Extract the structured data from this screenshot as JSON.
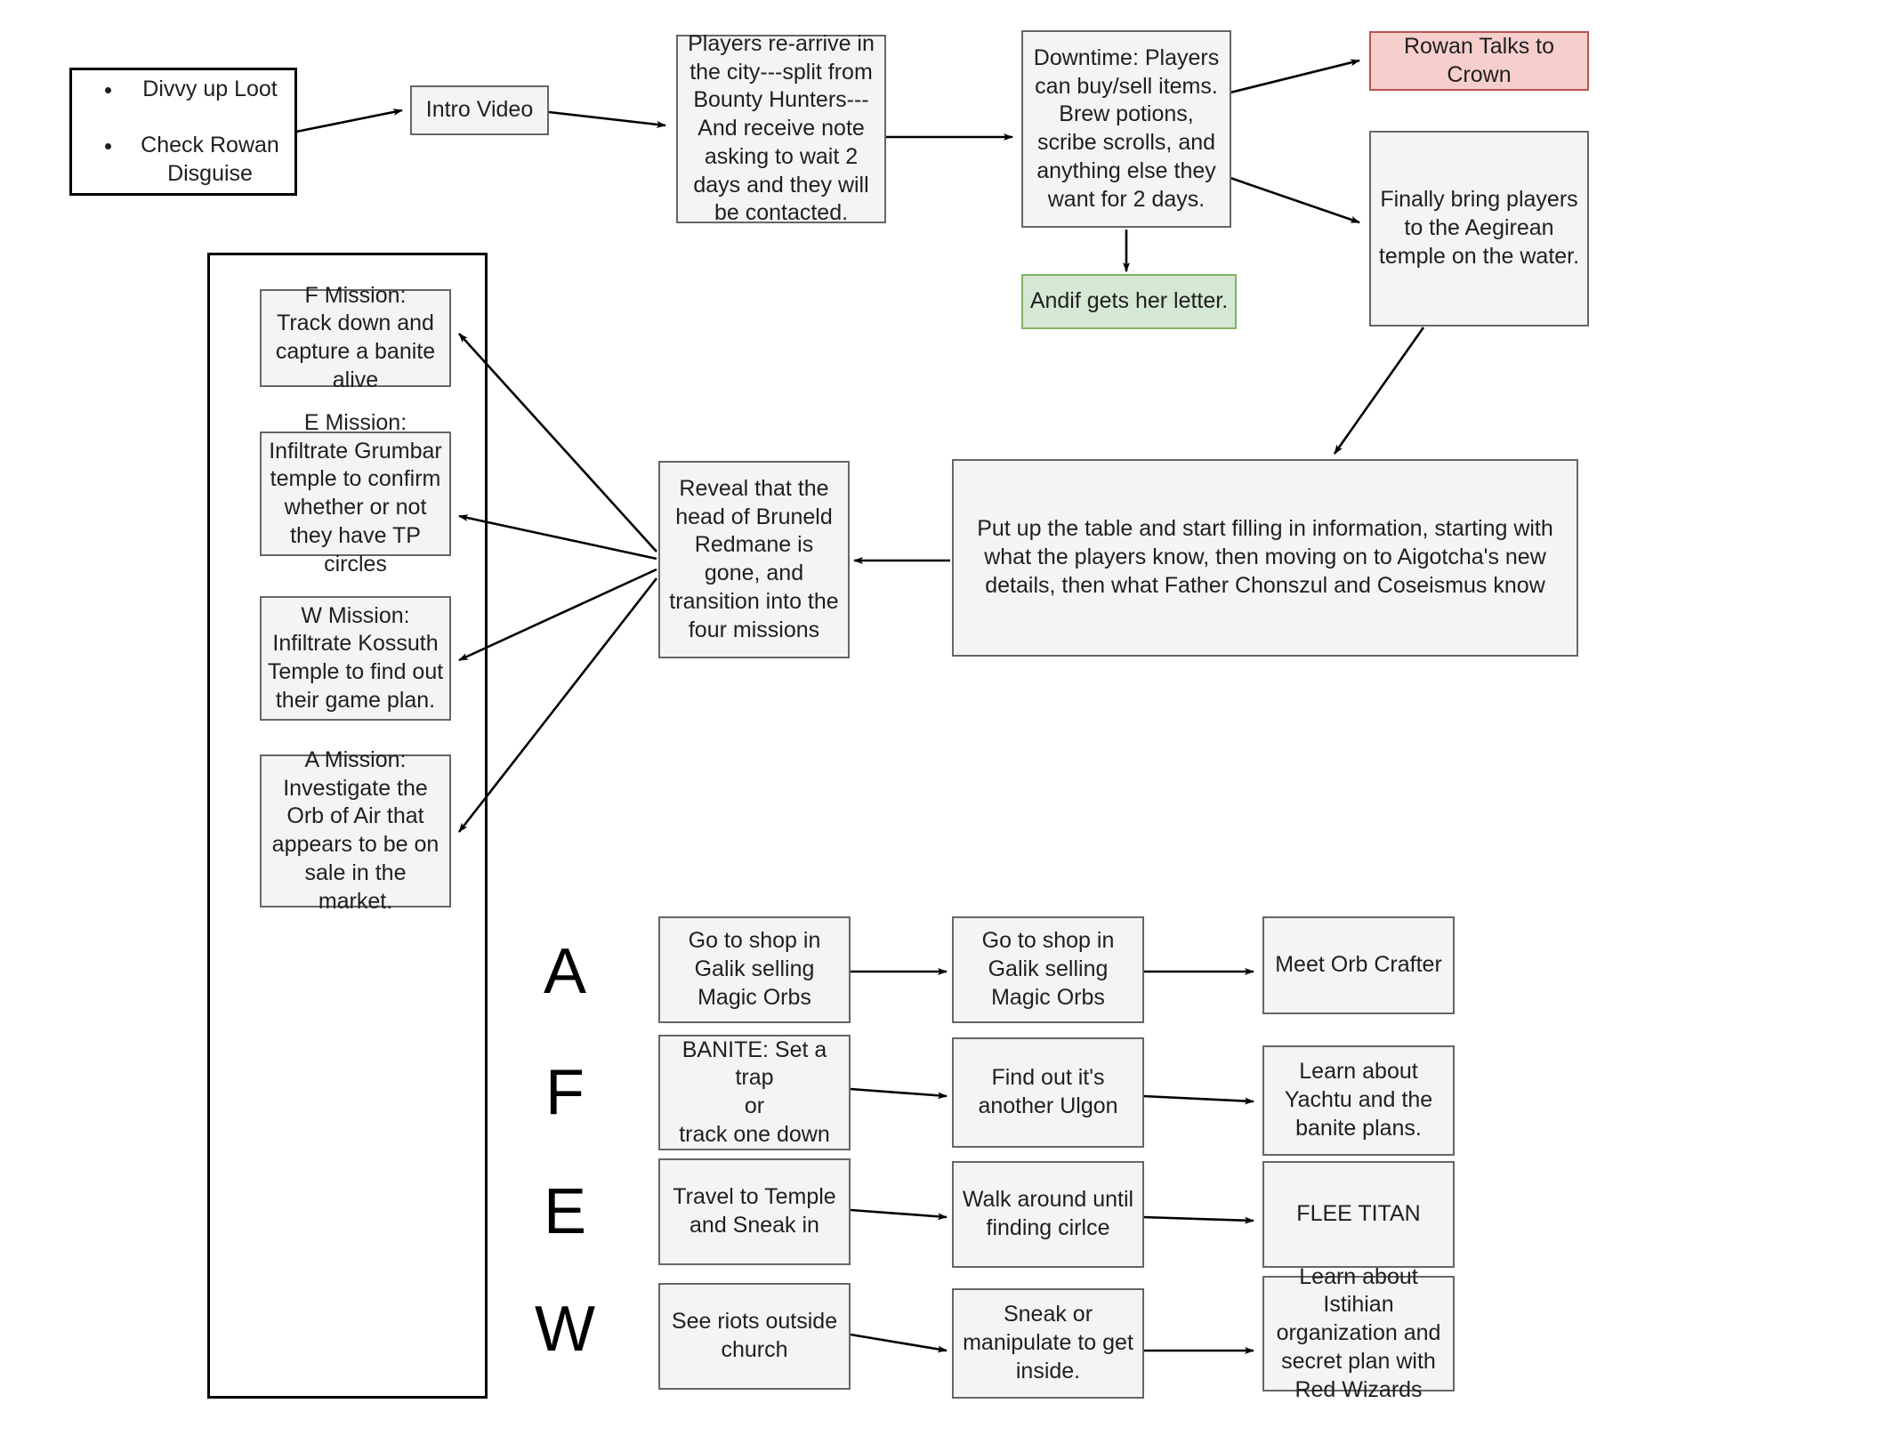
{
  "diagram": {
    "title": "Session flowchart",
    "colors": {
      "node_fill": "#f4f4f4",
      "node_stroke": "#666666",
      "edge": "#000000",
      "red_fill": "#f6cecc",
      "red_stroke": "#b85450",
      "green_fill": "#d5e8d4",
      "green_stroke": "#82b366",
      "plain_stroke": "#000000"
    },
    "start_box": {
      "items": [
        "Divvy up Loot",
        "Check Rowan Disguise"
      ]
    },
    "nodes": {
      "intro_video": "Intro Video",
      "re_arrive": "Players re-arrive in the city---split from Bounty Hunters---And receive note asking to wait 2 days and they will be contacted.",
      "downtime": "Downtime: Players can buy/sell items. Brew potions, scribe scrolls, and anything else they want for 2 days.",
      "rowan_talks": "Rowan Talks to Crown",
      "andif_letter": "Andif gets her letter.",
      "aegirean_temple": "Finally bring players to the Aegirean temple on the water.",
      "put_up_table": "Put up the table and start filling in information, starting with what the players know, then moving on to Aigotcha's new details, then what Father Chonszul and Coseismus know",
      "reveal": "Reveal that the head of Bruneld Redmane is gone, and transition into the four missions"
    },
    "missions": [
      {
        "id": "f",
        "text": "F Mission:\nTrack down and capture a banite alive"
      },
      {
        "id": "e",
        "text": "E Mission:\nInfiltrate Grumbar temple to confirm whether or not they have TP circles"
      },
      {
        "id": "w",
        "text": "W Mission:\nInfiltrate Kossuth Temple to find out their game plan."
      },
      {
        "id": "a",
        "text": "A Mission:\nInvestigate the Orb of Air that appears to be on sale in the market."
      }
    ],
    "tracks": [
      {
        "label": "A",
        "steps": [
          "Go to shop in Galik selling Magic Orbs",
          "Go to shop in Galik selling Magic Orbs",
          "Meet Orb Crafter"
        ]
      },
      {
        "label": "F",
        "steps": [
          "BANITE: Set a trap\nor\ntrack one down",
          "Find out it's another Ulgon",
          "Learn about Yachtu and the banite plans."
        ]
      },
      {
        "label": "E",
        "steps": [
          "Travel to Temple and Sneak in",
          "Walk around until finding cirlce",
          "FLEE TITAN"
        ]
      },
      {
        "label": "W",
        "steps": [
          "See riots outside church",
          "Sneak or manipulate to get inside.",
          "Learn about Istihian organization and secret plan with Red Wizards"
        ]
      }
    ]
  }
}
